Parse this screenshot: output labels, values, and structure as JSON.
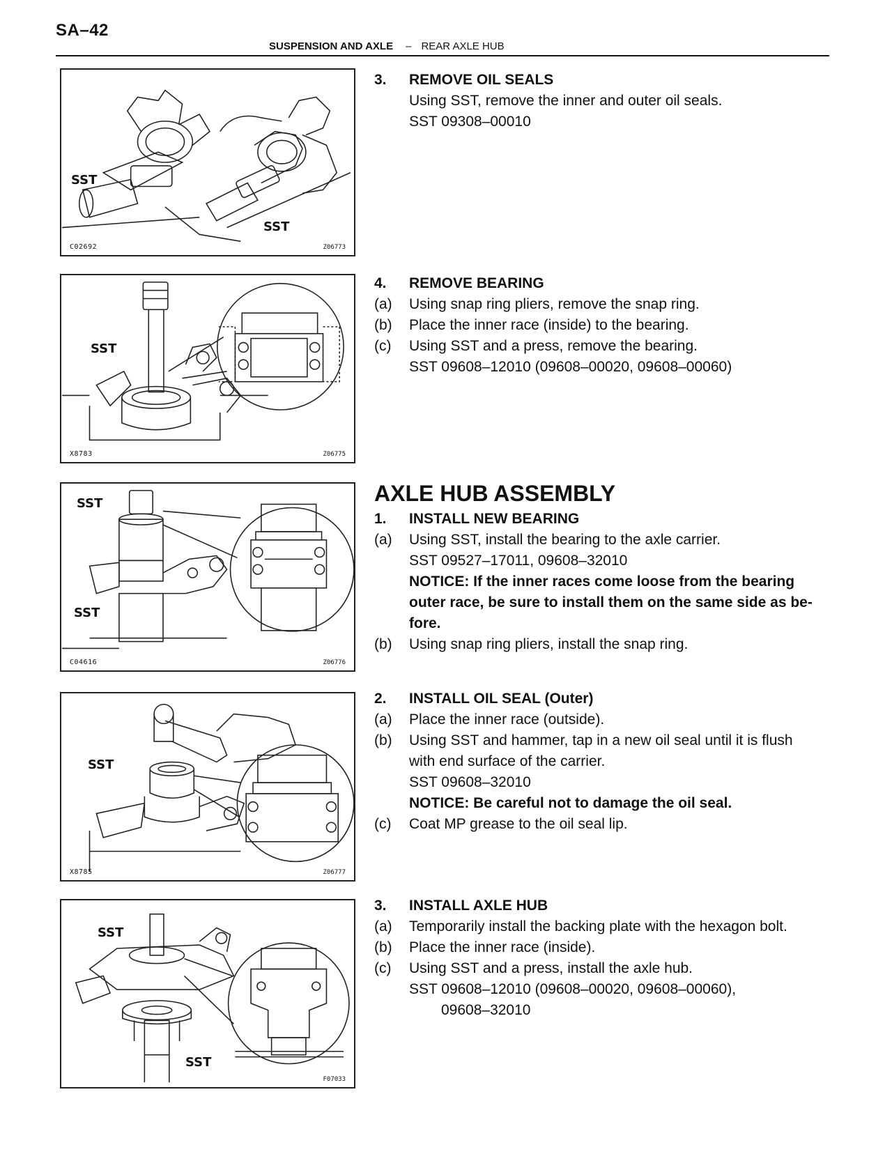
{
  "header": {
    "page_number": "SA–42",
    "section": "SUSPENSION AND AXLE",
    "dash": "–",
    "subsection": "REAR AXLE HUB"
  },
  "figures": [
    {
      "code": "C02692",
      "ref": "Z06773",
      "labels": [
        "SST",
        "SST"
      ]
    },
    {
      "code": "X8783",
      "ref": "Z06775",
      "labels": [
        "SST"
      ]
    },
    {
      "code": "C04616",
      "ref": "Z06776",
      "labels": [
        "SST",
        "SST"
      ]
    },
    {
      "code": "X8785",
      "ref": "Z06777",
      "labels": [
        "SST"
      ]
    },
    {
      "code": "",
      "ref": "F07033",
      "labels": [
        "SST",
        "SST"
      ]
    }
  ],
  "step_remove_oil_seals": {
    "number": "3.",
    "title": "REMOVE OIL SEALS",
    "lines": [
      "Using SST, remove the inner and outer oil seals.",
      "SST 09308–00010"
    ]
  },
  "step_remove_bearing": {
    "number": "4.",
    "title": "REMOVE BEARING",
    "items": [
      {
        "letter": "(a)",
        "text": "Using snap ring pliers, remove the snap ring."
      },
      {
        "letter": "(b)",
        "text": "Place the inner race (inside) to the bearing."
      },
      {
        "letter": "(c)",
        "text": "Using SST and a press, remove the bearing."
      }
    ],
    "sst": "SST 09608–12010 (09608–00020, 09608–00060)"
  },
  "assembly": {
    "title": "AXLE HUB ASSEMBLY",
    "step1": {
      "number": "1.",
      "title": "INSTALL NEW BEARING",
      "a_letter": "(a)",
      "a_text": "Using SST, install the bearing to the axle carrier.",
      "a_sst": "SST 09527–17011, 09608–32010",
      "notice_lines": [
        "NOTICE: If the inner races come loose from the bearing",
        "outer race, be sure to install them on the same side as be-",
        "fore."
      ],
      "b_letter": "(b)",
      "b_text": "Using snap ring pliers, install the snap ring."
    },
    "step2": {
      "number": "2.",
      "title": "INSTALL OIL SEAL (Outer)",
      "a_letter": "(a)",
      "a_text": "Place the inner race (outside).",
      "b_letter": "(b)",
      "b_lines": [
        "Using SST and hammer, tap in a new oil seal until it is flush",
        "with end surface of the carrier."
      ],
      "b_sst": "SST 09608–32010",
      "notice": "NOTICE: Be careful not to damage the oil seal.",
      "c_letter": "(c)",
      "c_text": "Coat MP grease to the oil seal lip."
    },
    "step3": {
      "number": "3.",
      "title": "INSTALL AXLE HUB",
      "items": [
        {
          "letter": "(a)",
          "text": "Temporarily install the backing plate with the hexagon bolt."
        },
        {
          "letter": "(b)",
          "text": "Place the inner race (inside)."
        },
        {
          "letter": "(c)",
          "text": "Using SST and a press, install the axle hub."
        }
      ],
      "sst_line1": "SST 09608–12010 (09608–00020, 09608–00060),",
      "sst_line2": "09608–32010"
    }
  }
}
